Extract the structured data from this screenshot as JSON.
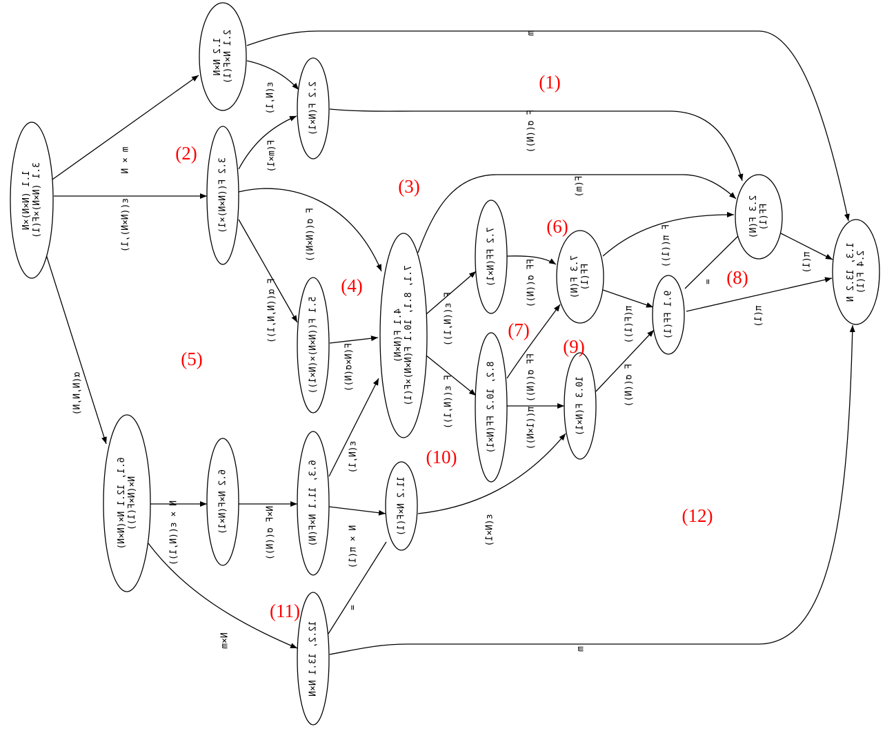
{
  "nodes": [
    {
      "id": "1.1",
      "lines": [
        "1.1 (N×N)×N",
        "3.1 (N×N)×F(1)"
      ]
    },
    {
      "id": "1.2",
      "lines": [
        "1.2 N×N",
        "2.1 N×F(1)"
      ]
    },
    {
      "id": "2.2",
      "lines": [
        "2.2 F(N×1)"
      ]
    },
    {
      "id": "3.2",
      "lines": [
        "3.2 F((N×N)×1)"
      ]
    },
    {
      "id": "5.1",
      "lines": [
        "5.1 F((N×N)×(N×1))"
      ]
    },
    {
      "id": "4.1",
      "lines": [
        "4.1 F(N×N)",
        "7.1, 8.1, 10.1 F(N×N)×F(1)"
      ]
    },
    {
      "id": "7.2",
      "lines": [
        "7.2 FF(N×1)"
      ]
    },
    {
      "id": "8.2",
      "lines": [
        "8.2, 10.2 FF(N×1)"
      ]
    },
    {
      "id": "7.3",
      "lines": [
        "7.3 F(N)",
        "FF(1)"
      ]
    },
    {
      "id": "10.3",
      "lines": [
        "10.3 F(N×1)"
      ]
    },
    {
      "id": "9.1",
      "lines": [
        "9.1 FF(1)"
      ]
    },
    {
      "id": "2.3",
      "lines": [
        "2.3 F(N)",
        "FF(1)"
      ]
    },
    {
      "id": "2.4",
      "lines": [
        "1.3, 13.2 N",
        "2.4 F(1)"
      ]
    },
    {
      "id": "6.1",
      "lines": [
        "6.1, 12.1 N×(N×N)",
        "N×(N×F(1))"
      ]
    },
    {
      "id": "6.2",
      "lines": [
        "6.2 N×F(N×1)"
      ]
    },
    {
      "id": "6.3",
      "lines": [
        "6.3, 11.1 N×F(N)"
      ]
    },
    {
      "id": "11.2",
      "lines": [
        "11.2 N×F(1)"
      ]
    },
    {
      "id": "12.2",
      "lines": [
        "12.2, 13.1 N×N"
      ]
    }
  ],
  "edges": [
    {
      "from": "1.1",
      "to": "1.2",
      "label": "m × N"
    },
    {
      "from": "1.1",
      "to": "3.2",
      "label": "ε((N×N),1)"
    },
    {
      "from": "1.1",
      "to": "6.1",
      "label": "α(N,N,N)"
    },
    {
      "from": "1.2",
      "to": "2.2",
      "label": "ε(N,1)"
    },
    {
      "from": "1.2",
      "to": "2.4",
      "label": "m"
    },
    {
      "from": "3.2",
      "to": "2.2",
      "label": "F(m×1)"
    },
    {
      "from": "3.2",
      "to": "4.1",
      "label": "F σ((N×N))"
    },
    {
      "from": "3.2",
      "to": "5.1",
      "label": "F α((N,N,1))"
    },
    {
      "from": "2.2",
      "to": "2.3",
      "label": "F σ((N))"
    },
    {
      "from": "5.1",
      "to": "4.1",
      "label": "F(N×σ(N))"
    },
    {
      "from": "6.3",
      "to": "4.1",
      "label": "ε(N,1)"
    },
    {
      "from": "4.1",
      "to": "2.3",
      "label": "F(m)"
    },
    {
      "from": "4.1",
      "to": "7.2",
      "label": "F ε((N,1))"
    },
    {
      "from": "4.1",
      "to": "8.2",
      "label": "F ε((N,1))"
    },
    {
      "from": "7.2",
      "to": "7.3",
      "label": "FF σ((N))"
    },
    {
      "from": "8.2",
      "to": "7.3",
      "label": "FF σ((N))"
    },
    {
      "from": "8.2",
      "to": "10.3",
      "label": "π((1×N))"
    },
    {
      "from": "7.3",
      "to": "2.3",
      "label": "F π((1))"
    },
    {
      "from": "7.3",
      "to": "9.1",
      "label": "π(F(1))"
    },
    {
      "from": "10.3",
      "to": "9.1",
      "label": "F σ((N))"
    },
    {
      "from": "9.1",
      "to": "2.3",
      "label": "="
    },
    {
      "from": "9.1",
      "to": "2.4",
      "label": "π(1)"
    },
    {
      "from": "2.3",
      "to": "2.4",
      "label": "π(1)"
    },
    {
      "from": "6.1",
      "to": "6.2",
      "label": "N × ε((N,1))"
    },
    {
      "from": "6.2",
      "to": "6.3",
      "label": "N×F σ((N))"
    },
    {
      "from": "6.3",
      "to": "11.2",
      "label": "N × π(1)"
    },
    {
      "from": "11.2",
      "to": "10.3",
      "label": "ε(N×1)"
    },
    {
      "from": "6.1",
      "to": "12.2",
      "label": "N×m"
    },
    {
      "from": "12.2",
      "to": "11.2",
      "label": "="
    },
    {
      "from": "12.2",
      "to": "2.4",
      "label": "m"
    }
  ],
  "regions": [
    "(1)",
    "(2)",
    "(3)",
    "(4)",
    "(5)",
    "(6)",
    "(7)",
    "(8)",
    "(9)",
    "(10)",
    "(11)",
    "(12)"
  ],
  "colors": {
    "region": "#ff0000",
    "stroke": "#000000"
  }
}
